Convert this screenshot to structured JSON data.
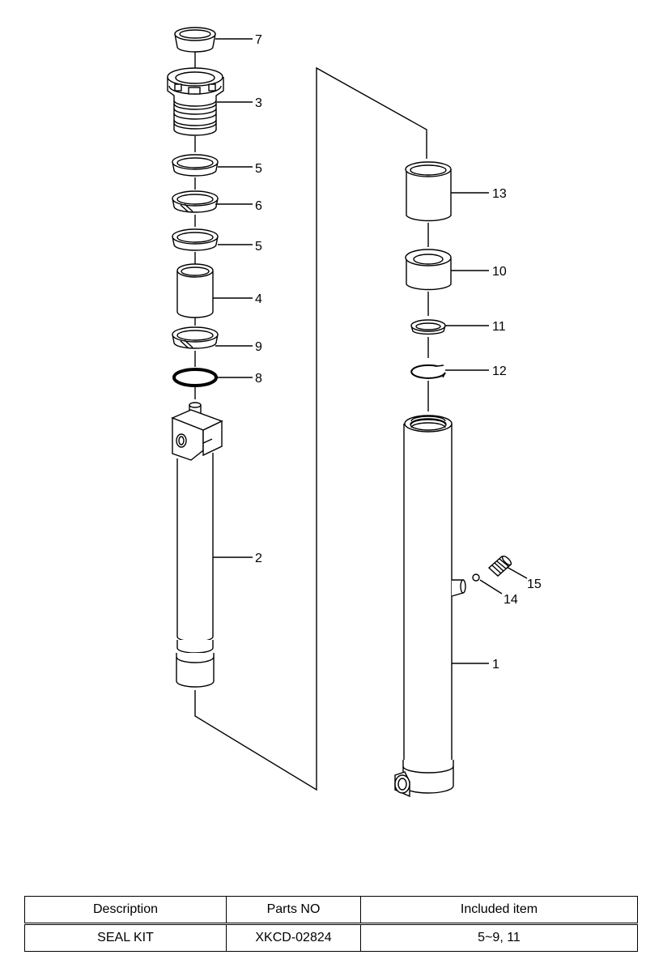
{
  "diagram": {
    "callouts": {
      "c7": "7",
      "c3": "3",
      "c5a": "5",
      "c6": "6",
      "c5b": "5",
      "c4": "4",
      "c9": "9",
      "c8": "8",
      "c2": "2",
      "c13": "13",
      "c10": "10",
      "c11": "11",
      "c12": "12",
      "c15": "15",
      "c14": "14",
      "c1": "1"
    }
  },
  "table": {
    "headers": {
      "description": "Description",
      "parts_no": "Parts NO",
      "included": "Included item"
    },
    "rows": [
      {
        "description": "SEAL KIT",
        "parts_no": "XKCD-02824",
        "included": "5~9, 11"
      }
    ]
  }
}
